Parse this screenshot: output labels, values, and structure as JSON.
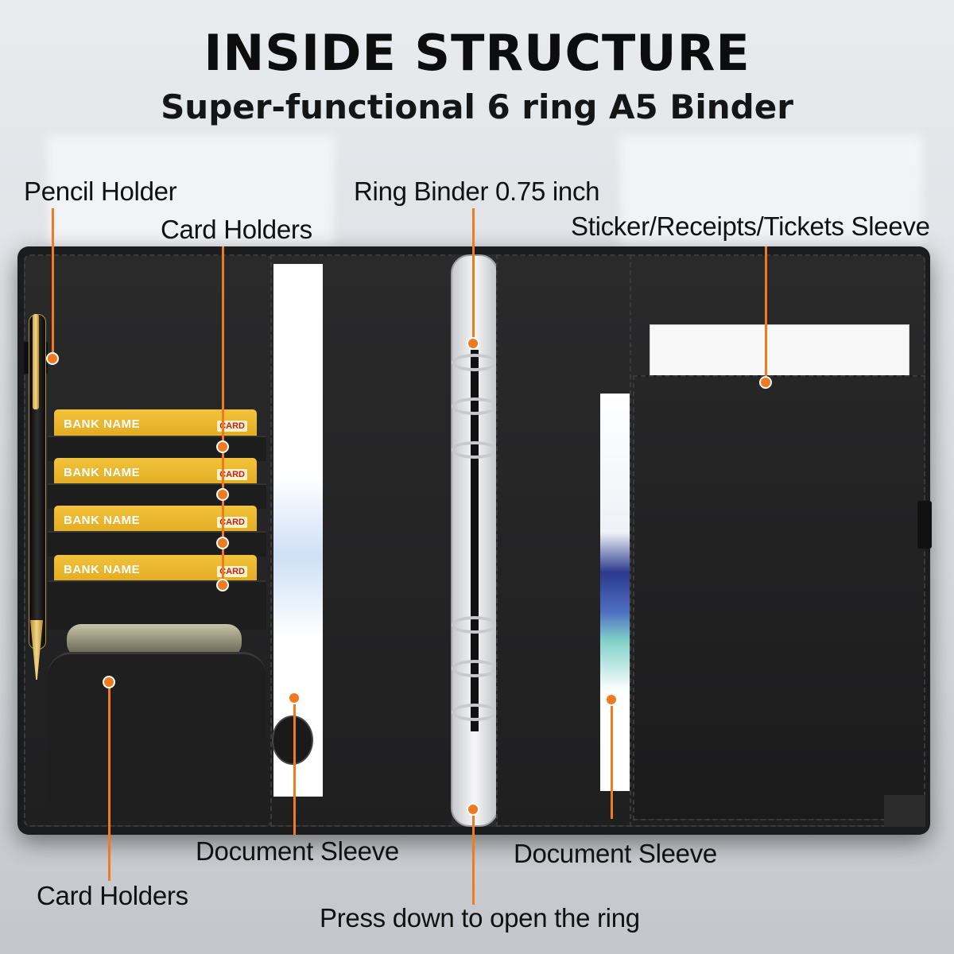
{
  "header": {
    "title": "INSIDE STRUCTURE",
    "subtitle": "Super-functional 6 ring A5 Binder"
  },
  "labels": {
    "pencil_holder": "Pencil Holder",
    "card_holders_top": "Card Holders",
    "ring_binder": "Ring Binder 0.75 inch",
    "sticker_sleeve": "Sticker/Receipts/Tickets Sleeve",
    "document_sleeve_left": "Document Sleeve",
    "document_sleeve_right": "Document Sleeve",
    "card_holders_bottom": "Card Holders",
    "press_down": "Press down to open the ring"
  },
  "cards": [
    {
      "bank": "BANK NAME",
      "tag": "CARD"
    },
    {
      "bank": "BANK NAME",
      "tag": "CARD"
    },
    {
      "bank": "BANK NAME",
      "tag": "CARD"
    },
    {
      "bank": "BANK NAME",
      "tag": "CARD"
    }
  ],
  "colors": {
    "accent": "#f07a1f",
    "binder": "#1c1c1d",
    "card": "#f2c33b"
  }
}
